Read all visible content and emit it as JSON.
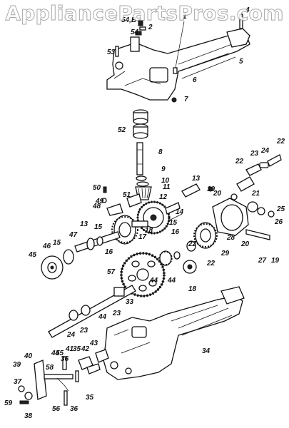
{
  "watermark": "AppliancePartsPros.com",
  "callouts": [
    {
      "id": "c-54b",
      "text": "54,B"
    },
    {
      "id": "c-2",
      "text": "2"
    },
    {
      "id": "c-54",
      "text": "54"
    },
    {
      "id": "c-1",
      "text": "1"
    },
    {
      "id": "c-4",
      "text": "4"
    },
    {
      "id": "c-53",
      "text": "53"
    },
    {
      "id": "c-5",
      "text": "5"
    },
    {
      "id": "c-6",
      "text": "6"
    },
    {
      "id": "c-7",
      "text": "7"
    },
    {
      "id": "c-52",
      "text": "52"
    },
    {
      "id": "c-8",
      "text": "8"
    },
    {
      "id": "c-22a",
      "text": "22"
    },
    {
      "id": "c-24a",
      "text": "24"
    },
    {
      "id": "c-23a",
      "text": "23"
    },
    {
      "id": "c-22b",
      "text": "22"
    },
    {
      "id": "c-9",
      "text": "9"
    },
    {
      "id": "c-10",
      "text": "10"
    },
    {
      "id": "c-11",
      "text": "11"
    },
    {
      "id": "c-12",
      "text": "12"
    },
    {
      "id": "c-13a",
      "text": "13"
    },
    {
      "id": "c-19a",
      "text": "19"
    },
    {
      "id": "c-20a",
      "text": "20"
    },
    {
      "id": "c-21",
      "text": "21"
    },
    {
      "id": "c-25",
      "text": "25"
    },
    {
      "id": "c-26",
      "text": "26"
    },
    {
      "id": "c-50",
      "text": "50"
    },
    {
      "id": "c-49",
      "text": "49"
    },
    {
      "id": "c-51",
      "text": "51"
    },
    {
      "id": "c-48",
      "text": "48"
    },
    {
      "id": "c-14",
      "text": "14"
    },
    {
      "id": "c-15a",
      "text": "15"
    },
    {
      "id": "c-16a",
      "text": "16"
    },
    {
      "id": "c-17",
      "text": "17"
    },
    {
      "id": "c-18a",
      "text": "18"
    },
    {
      "id": "c-13b",
      "text": "13"
    },
    {
      "id": "c-15b",
      "text": "15"
    },
    {
      "id": "c-47",
      "text": "47"
    },
    {
      "id": "c-15c",
      "text": "15"
    },
    {
      "id": "c-16b",
      "text": "16"
    },
    {
      "id": "c-46",
      "text": "46"
    },
    {
      "id": "c-45",
      "text": "45"
    },
    {
      "id": "c-28",
      "text": "28"
    },
    {
      "id": "c-20b",
      "text": "20"
    },
    {
      "id": "c-27",
      "text": "27"
    },
    {
      "id": "c-19b",
      "text": "19"
    },
    {
      "id": "c-22c",
      "text": "22"
    },
    {
      "id": "c-29",
      "text": "29"
    },
    {
      "id": "c-22d",
      "text": "22"
    },
    {
      "id": "c-57",
      "text": "57"
    },
    {
      "id": "c-44a",
      "text": "44"
    },
    {
      "id": "c-44b",
      "text": "44"
    },
    {
      "id": "c-18b",
      "text": "18"
    },
    {
      "id": "c-33",
      "text": "33"
    },
    {
      "id": "c-23b",
      "text": "23"
    },
    {
      "id": "c-44c",
      "text": "44"
    },
    {
      "id": "c-24b",
      "text": "24"
    },
    {
      "id": "c-23c",
      "text": "23"
    },
    {
      "id": "c-34",
      "text": "34"
    },
    {
      "id": "c-44d",
      "text": "44"
    },
    {
      "id": "c-40",
      "text": "40"
    },
    {
      "id": "c-55",
      "text": "55"
    },
    {
      "id": "c-41",
      "text": "41"
    },
    {
      "id": "c-35a",
      "text": "35"
    },
    {
      "id": "c-42",
      "text": "42"
    },
    {
      "id": "c-43",
      "text": "43"
    },
    {
      "id": "c-36a",
      "text": "36"
    },
    {
      "id": "c-58",
      "text": "58"
    },
    {
      "id": "c-39",
      "text": "39"
    },
    {
      "id": "c-37",
      "text": "37"
    },
    {
      "id": "c-35b",
      "text": "35"
    },
    {
      "id": "c-59",
      "text": "59"
    },
    {
      "id": "c-38",
      "text": "38"
    },
    {
      "id": "c-56",
      "text": "56"
    },
    {
      "id": "c-36b",
      "text": "36"
    }
  ]
}
